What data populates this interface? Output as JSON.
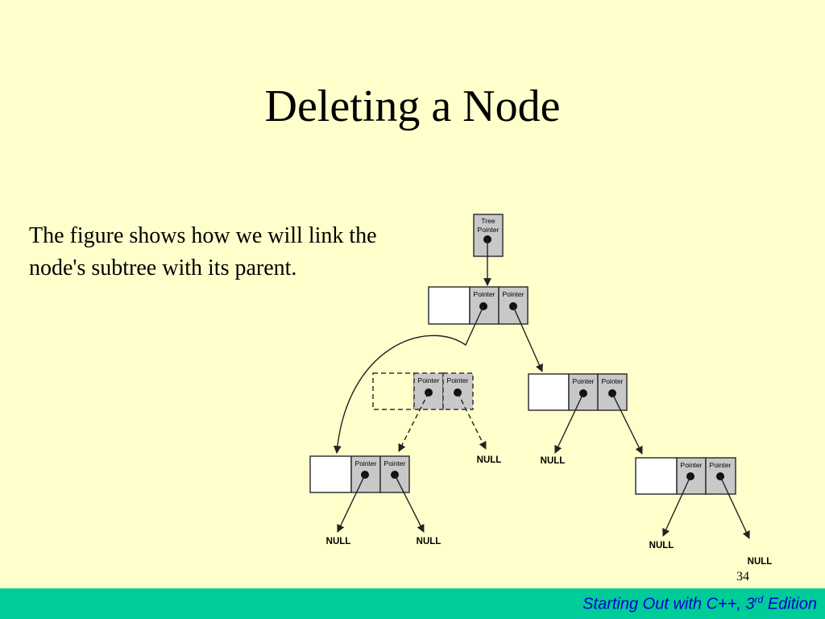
{
  "title": "Deleting a Node",
  "body_text": "The figure shows how we will link the node's subtree with its parent.",
  "page_number": "34",
  "footer": {
    "prefix": "Starting Out with C++, 3",
    "superscript": "rd",
    "suffix": " Edition"
  },
  "diagram": {
    "tree_pointer_lines": [
      "Tree",
      "Pointer"
    ],
    "pointer_label": "Pointer",
    "null_label": "NULL"
  },
  "colors": {
    "background": "#ffffcc",
    "footer_bar": "#00cc99",
    "footer_text": "#0000cc",
    "pointer_cell": "#c8c8c8"
  }
}
